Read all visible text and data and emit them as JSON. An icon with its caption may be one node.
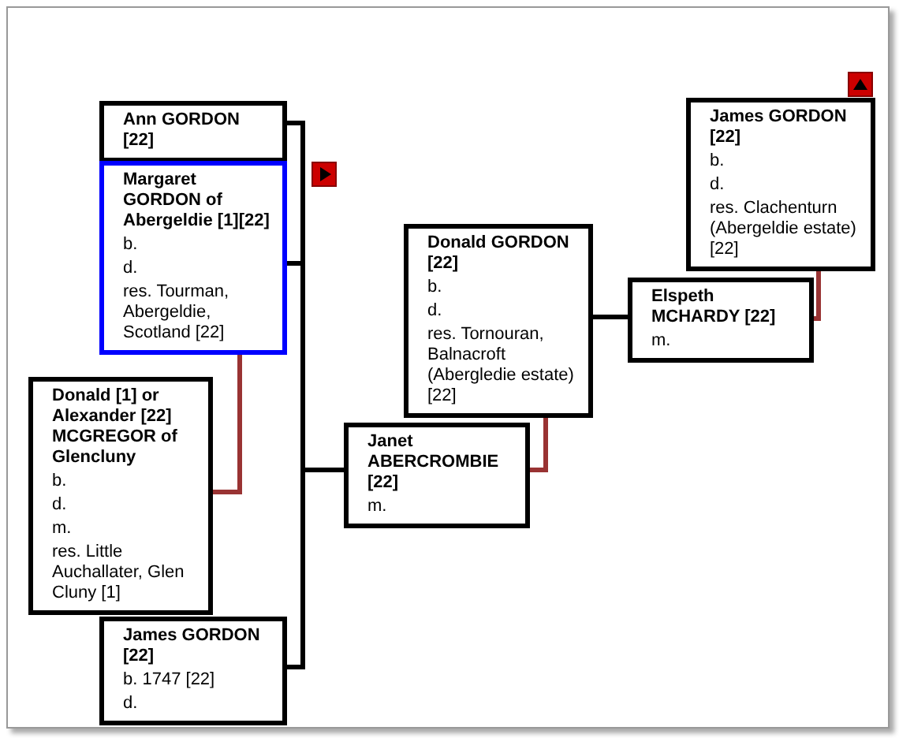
{
  "diagram": {
    "nodes": [
      {
        "text": [
          "Ann GORDON [22]"
        ]
      },
      {
        "text": [
          "Margaret GORDON of Abergeldie [1][22]",
          "b.",
          "d.",
          "res. Tourman, Abergeldie, Scotland [22]"
        ]
      },
      {
        "text": [
          "Donald [1] or Alexander [22] MCGREGOR of Glencluny",
          "b.",
          "d.",
          "m.",
          "res. Little Auchallater, Glen Cluny [1]"
        ]
      },
      {
        "text": [
          "James GORDON [22]",
          "b. 1747 [22]",
          "d."
        ]
      },
      {
        "text": [
          "Donald GORDON [22]",
          "b.",
          "d.",
          "res. Tornouran, Balnacroft (Abergledie estate) [22]"
        ]
      },
      {
        "text": [
          "Janet ABERCROMBIE [22]",
          "m."
        ]
      },
      {
        "text": [
          "James GORDON [22]",
          "b.",
          "d.",
          "res. Clachenturn (Abergeldie estate) [22]"
        ]
      },
      {
        "text": [
          "Elspeth MCHARDY [22]",
          "m."
        ]
      }
    ],
    "edges": [
      {
        "from": 0,
        "to": 5,
        "arrow": "none"
      },
      {
        "from": 1,
        "to": 5,
        "arrow": "none"
      },
      {
        "from": 3,
        "to": 5,
        "arrow": "none"
      },
      {
        "from": 1,
        "to": 2,
        "arrow": "none",
        "color": "#993333"
      },
      {
        "from": 4,
        "to": 5,
        "arrow": "none",
        "color": "#993333"
      },
      {
        "from": 6,
        "to": 7,
        "arrow": "none",
        "color": "#993333"
      },
      {
        "from": 4,
        "to": 7,
        "arrow": "none"
      }
    ]
  }
}
